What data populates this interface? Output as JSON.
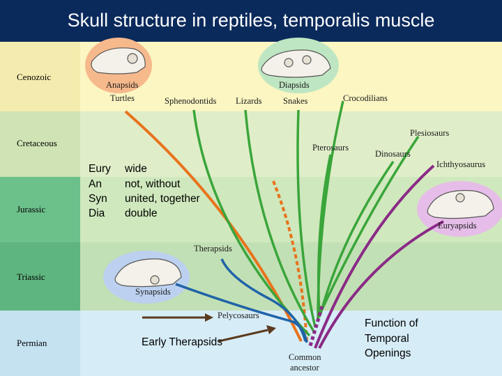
{
  "header": {
    "title": "Skull structure in reptiles, temporalis muscle"
  },
  "eras": [
    {
      "name": "Cenozoic"
    },
    {
      "name": "Cretaceous"
    },
    {
      "name": "Jurassic"
    },
    {
      "name": "Triassic"
    },
    {
      "name": "Permian"
    }
  ],
  "colors": {
    "title_bar": "#0b2a5c",
    "cenozoic": "#fbf6c2",
    "cretaceous": "#dfeec9",
    "jurassic": "#cfe8bd",
    "triassic": "#c2e0b5",
    "permian": "#d6ecf6",
    "anapsid_line": "#e8731c",
    "diapsid_line": "#3aa53a",
    "euryapsid_line": "#8a2a86",
    "synapsid_line": "#1f63a8"
  },
  "skulls": {
    "anapsids": "Anapsids",
    "diapsids": "Diapsids",
    "euryapsids": "Euryapsids",
    "synapsids": "Synapsids"
  },
  "groups": {
    "turtles": "Turtles",
    "sphenodontids": "Sphenodontids",
    "lizards": "Lizards",
    "snakes": "Snakes",
    "crocodilians": "Crocodilians",
    "plesiosaurs": "Plesiosaurs",
    "pterosaurs": "Pterosaurs",
    "dinosaurs": "Dinosaurs",
    "ichthyosaurus": "Ichthyosaurus",
    "therapsids": "Therapsids",
    "pelycosaurs": "Pelycosaurs",
    "common_ancestor_1": "Common",
    "common_ancestor_2": "ancestor"
  },
  "prefixes": [
    {
      "prefix": "Eury",
      "meaning": "wide"
    },
    {
      "prefix": "An",
      "meaning": "not, without"
    },
    {
      "prefix": "Syn",
      "meaning": "united, together"
    },
    {
      "prefix": "Dia",
      "meaning": "double"
    }
  ],
  "notes": {
    "early_therapsids": "Early Therapsids",
    "function_1": "Function of",
    "function_2": "Temporal",
    "function_3": "Openings"
  }
}
